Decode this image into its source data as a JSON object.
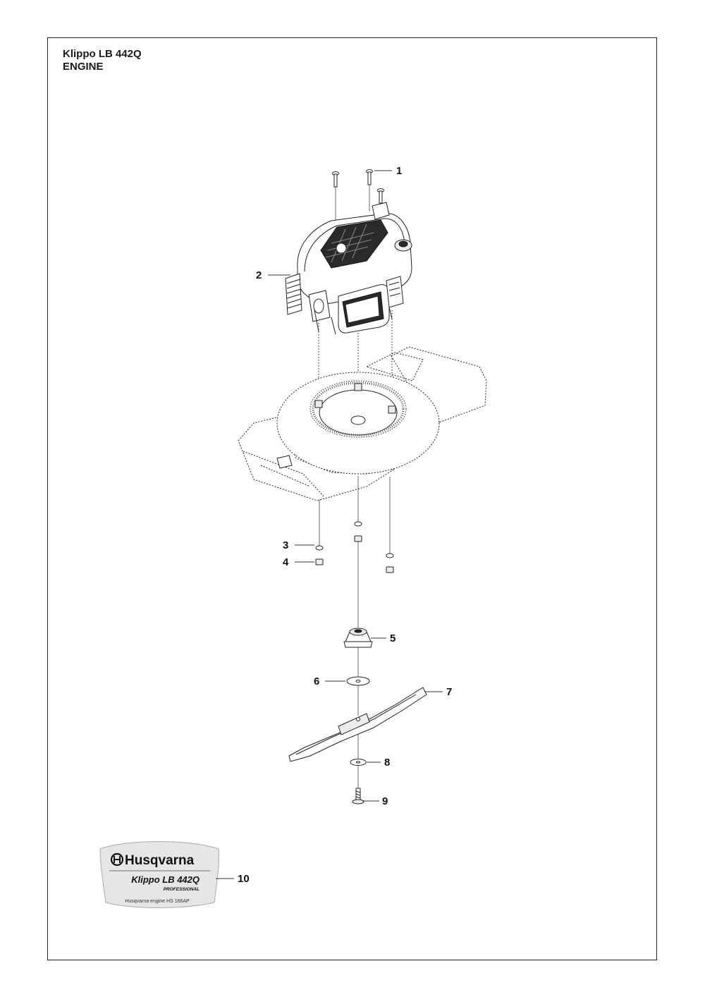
{
  "header": {
    "model": "Klippo LB 442Q",
    "section": "ENGINE"
  },
  "callouts": [
    "1",
    "2",
    "3",
    "4",
    "5",
    "6",
    "7",
    "8",
    "9",
    "10"
  ],
  "decal": {
    "brand": "Husqvarna",
    "model": "Klippo LB 442Q",
    "tier": "PROFESSIONAL",
    "engine_note": "Husqvarna engine HS 166AP"
  }
}
